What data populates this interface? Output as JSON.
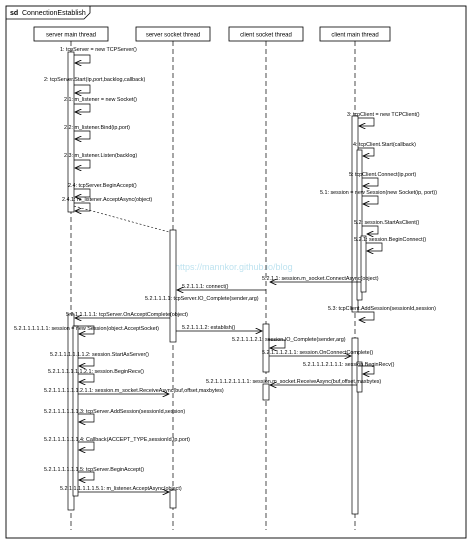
{
  "frame": {
    "keyword": "sd",
    "name": "ConnectionEstablish"
  },
  "lifelines": [
    {
      "name": "server main thread"
    },
    {
      "name": "server socket thread"
    },
    {
      "name": "client socket thread"
    },
    {
      "name": "client main thread"
    }
  ],
  "watermark": "https://mannkor.github.io/blog",
  "messages": [
    "1: tcpServer = new TCPServer()",
    "2: tcpServer.Start(ip,port,backlog,callback)",
    "2.1: m_listener = new Socket()",
    "2.2: m_listener.Bind(ip,port)",
    "2.3: m_listener.Listen(backlog)",
    "2.4: tcpServer.BeginAccept()",
    "2.4.1: m_listener.AcceptAsync(object)",
    "3: tcpClient = new TCPClient()",
    "4: tcpClient.Start(callback)",
    "5: tcpClient.Connect(ip,port)",
    "5.1: session = new Session(new Socket(ip, port))",
    "5.2: session.StartAsClient()",
    "5.2.1: session.BeginConnect()",
    "5.2.1.1: session.m_socket.ConnectAsync(object)",
    "5.2.1.1.1: connect()",
    "5.2.1.1.1.1: tcpServer.IO_Complete(sender,arg)",
    "5.3: tcpClient.AddSession(sessionId,session)",
    "5.2.1.1.1.1.1: tcpServer.OnAcceptComplete(object)",
    "5.2.1.1.1.1.1.1: session = new Session(object.AcceptSocket)",
    "5.2.1.1.1.2: establish()",
    "5.2.1.1.1.2.1: session.IO_Complete(sender,arg)",
    "5.2.1.1.1.2.1.1: session.OnConnectComplete()",
    "5.2.1.1.1.1.1.1.2: session.StartAsServer()",
    "5.2.1.1.1.2.1.1.1: session.BeginRecv()",
    "5.2.1.1.1.1.1.1.2.1: session.BeginRecv()",
    "5.2.1.1.1.2.1.1.1.1: session.m_socket.ReceiveAsync(buf,offset,maxbytes)",
    "5.2.1.1.1.1.1.1.2.1.1: session.m_socket.ReceiveAsync(buf,offset,maxbytes)",
    "5.2.1.1.1.1.1.1.3: tcpServer.AddSession(sessionId,session)",
    "5.2.1.1.1.1.1.1.4: Callback(ACCEPT_TYPE,sessionId,ip,port)",
    "5.2.1.1.1.1.1.1.5: tcpServer.BeginAccept()",
    "5.2.1.1.1.1.1.1.5.1: m_listener.AcceptAsync(object)"
  ]
}
